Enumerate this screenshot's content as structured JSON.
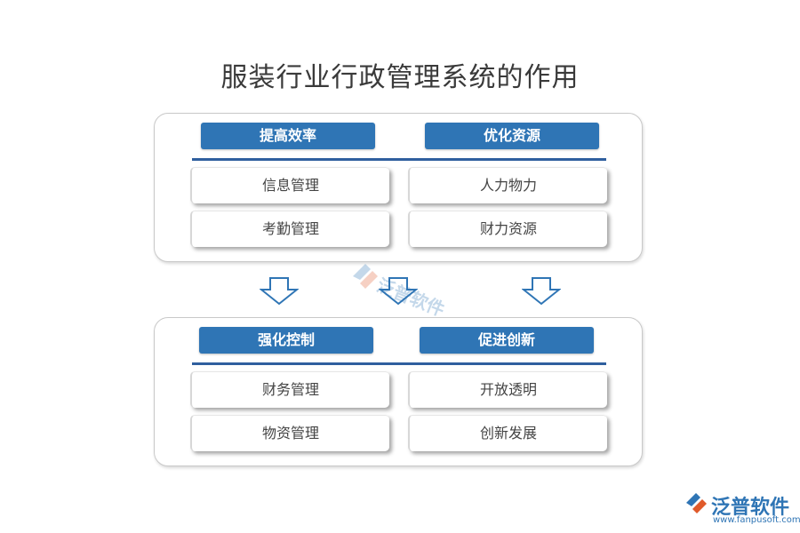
{
  "title": "服装行业行政管理系统的作用",
  "top_panel": {
    "left_header": "提高效率",
    "right_header": "优化资源",
    "left_items": [
      "信息管理",
      "考勤管理"
    ],
    "right_items": [
      "人力物力",
      "财力资源"
    ]
  },
  "bottom_panel": {
    "left_header": "强化控制",
    "right_header": "促进创新",
    "left_items": [
      "财务管理",
      "物资管理"
    ],
    "right_items": [
      "开放透明",
      "创新发展"
    ]
  },
  "watermark": {
    "text": "泛普软件",
    "icon": "fanpu-logo-icon"
  },
  "logo": {
    "name": "泛普软件",
    "url": "www.fanpusoft.com",
    "icon": "fanpu-logo-icon"
  },
  "colors": {
    "header_blue": "#2f75b5",
    "divider_blue": "#2f5f9e",
    "arrow_blue": "#2f75b5"
  }
}
